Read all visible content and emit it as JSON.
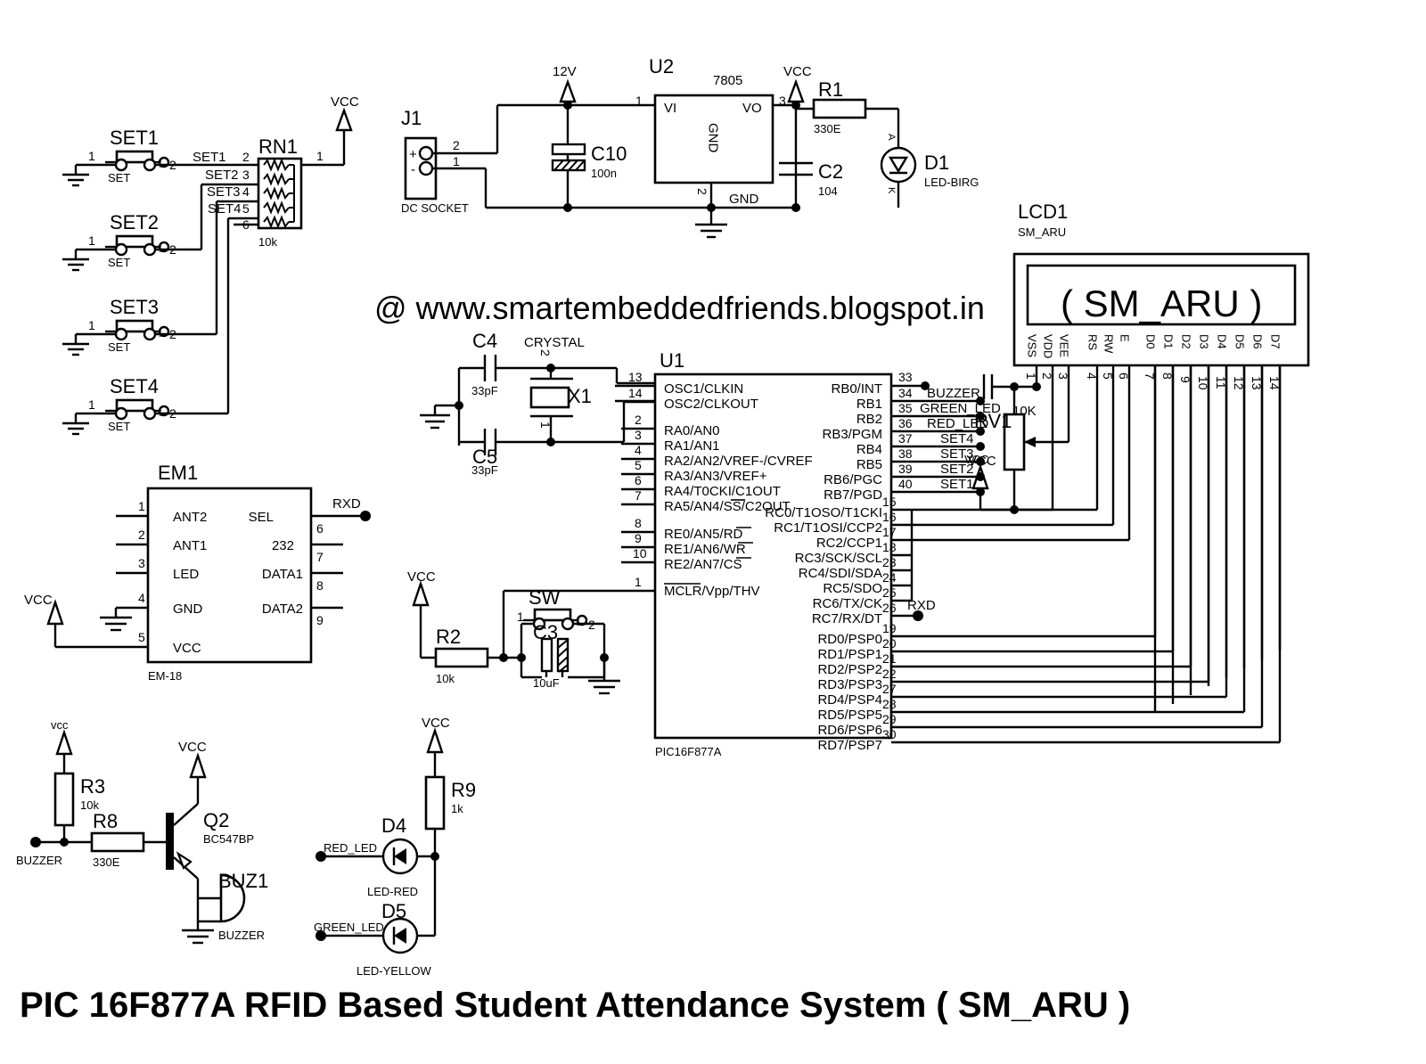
{
  "title": "PIC 16F877A RFID Based  Student Attendance System ( SM_ARU )",
  "watermark": "@ www.smartembeddedfriends.blogspot.in",
  "nets": {
    "vcc": "VCC",
    "vcc_lower": "vcc",
    "v12": "12V",
    "gnd": "GND",
    "rxd": "RXD",
    "buzzer": "BUZZER",
    "red_led": "RED_LED",
    "green_led": "GREEN_LED",
    "set1": "SET1",
    "set2": "SET2",
    "set3": "SET3",
    "set4": "SET4",
    "crystal": "CRYSTAL"
  },
  "switches": [
    {
      "ref": "SET1",
      "type": "SET",
      "pin1": "1",
      "pin2": "2",
      "net": "SET1"
    },
    {
      "ref": "SET2",
      "type": "SET",
      "pin1": "1",
      "pin2": "2",
      "net": "SET2"
    },
    {
      "ref": "SET3",
      "type": "SET",
      "pin1": "1",
      "pin2": "2",
      "net": "SET3"
    },
    {
      "ref": "SET4",
      "type": "SET",
      "pin1": "1",
      "pin2": "2",
      "net": "SET4"
    }
  ],
  "rn1": {
    "ref": "RN1",
    "value": "10k",
    "pin_common": "1",
    "pins": [
      "2",
      "3",
      "4",
      "5",
      "6"
    ],
    "nets": [
      "SET1",
      "SET2",
      "SET3",
      "SET4",
      ""
    ]
  },
  "power": {
    "j1": {
      "ref": "J1",
      "value": "DC SOCKET",
      "plus": "+",
      "minus": "-",
      "pin_plus": "2",
      "pin_minus": "1"
    },
    "u2": {
      "ref": "U2",
      "value": "7805",
      "vi": "VI",
      "vo": "VO",
      "gnd": "GND",
      "pin_vi": "1",
      "pin_vo": "3",
      "pin_gnd": "2"
    },
    "c10": {
      "ref": "C10",
      "value": "100n"
    },
    "c2": {
      "ref": "C2",
      "value": "104"
    },
    "r1": {
      "ref": "R1",
      "value": "330E"
    },
    "d1": {
      "ref": "D1",
      "value": "LED-BIRG",
      "anode": "A",
      "cathode": "K"
    }
  },
  "lcd": {
    "ref": "LCD1",
    "value": "SM_ARU",
    "screen_text": "( SM_ARU )",
    "pin_names": [
      "VSS",
      "VDD",
      "VEE",
      "RS",
      "RW",
      "E",
      "D0",
      "D1",
      "D2",
      "D3",
      "D4",
      "D5",
      "D6",
      "D7"
    ],
    "pin_nums": [
      "1",
      "2",
      "3",
      "4",
      "5",
      "6",
      "7",
      "8",
      "9",
      "10",
      "11",
      "12",
      "13",
      "14"
    ]
  },
  "rv1": {
    "ref": "RV1",
    "value": "10K"
  },
  "crystal": {
    "x1": {
      "ref": "X1",
      "label": "CRYSTAL",
      "pin1": "1",
      "pin2": "2"
    },
    "c4": {
      "ref": "C4",
      "value": "33pF"
    },
    "c5": {
      "ref": "C5",
      "value": "33pF"
    }
  },
  "reset": {
    "r2": {
      "ref": "R2",
      "value": "10k"
    },
    "sw": {
      "ref": "SW",
      "pin1": "1",
      "pin2": "2"
    },
    "c3": {
      "ref": "C3",
      "value": "10uF"
    }
  },
  "em1": {
    "ref": "EM1",
    "value": "EM-18",
    "left_pins": [
      {
        "num": "1",
        "name": "ANT2"
      },
      {
        "num": "2",
        "name": "ANT1"
      },
      {
        "num": "3",
        "name": "LED"
      },
      {
        "num": "4",
        "name": "GND"
      },
      {
        "num": "5",
        "name": "VCC"
      }
    ],
    "right_pins": [
      {
        "num": "6",
        "name": "SEL"
      },
      {
        "num": "7",
        "name": "232"
      },
      {
        "num": "8",
        "name": "DATA1"
      },
      {
        "num": "9",
        "name": "DATA2"
      }
    ]
  },
  "mcu": {
    "ref": "U1",
    "value": "PIC16F877A",
    "left_pins": [
      {
        "num": "13",
        "name": "OSC1/CLKIN"
      },
      {
        "num": "14",
        "name": "OSC2/CLKOUT"
      },
      {
        "num": "2",
        "name": "RA0/AN0"
      },
      {
        "num": "3",
        "name": "RA1/AN1"
      },
      {
        "num": "4",
        "name": "RA2/AN2/VREF-/CVREF"
      },
      {
        "num": "5",
        "name": "RA3/AN3/VREF+"
      },
      {
        "num": "6",
        "name": "RA4/T0CKI/C1OUT"
      },
      {
        "num": "7",
        "name": "RA5/AN4/SS/C2OUT"
      },
      {
        "num": "8",
        "name": "RE0/AN5/RD"
      },
      {
        "num": "9",
        "name": "RE1/AN6/WR"
      },
      {
        "num": "10",
        "name": "RE2/AN7/CS"
      },
      {
        "num": "1",
        "name": "MCLR/Vpp/THV"
      }
    ],
    "right_pins_b": [
      {
        "num": "33",
        "name": "RB0/INT",
        "net": ""
      },
      {
        "num": "34",
        "name": "RB1",
        "net": "BUZZER"
      },
      {
        "num": "35",
        "name": "RB2",
        "net": "GREEN_LED"
      },
      {
        "num": "36",
        "name": "RB3/PGM",
        "net": "RED_LED"
      },
      {
        "num": "37",
        "name": "RB4",
        "net": "SET4"
      },
      {
        "num": "38",
        "name": "RB5",
        "net": "SET3"
      },
      {
        "num": "39",
        "name": "RB6/PGC",
        "net": "SET2"
      },
      {
        "num": "40",
        "name": "RB7/PGD",
        "net": "SET1"
      }
    ],
    "right_pins_c": [
      {
        "num": "15",
        "name": "RC0/T1OSO/T1CKI",
        "net": ""
      },
      {
        "num": "16",
        "name": "RC1/T1OSI/CCP2",
        "net": ""
      },
      {
        "num": "17",
        "name": "RC2/CCP1",
        "net": ""
      },
      {
        "num": "18",
        "name": "RC3/SCK/SCL",
        "net": ""
      },
      {
        "num": "23",
        "name": "RC4/SDI/SDA",
        "net": ""
      },
      {
        "num": "24",
        "name": "RC5/SDO",
        "net": ""
      },
      {
        "num": "25",
        "name": "RC6/TX/CK",
        "net": ""
      },
      {
        "num": "26",
        "name": "RC7/RX/DT",
        "net": "RXD"
      }
    ],
    "right_pins_d": [
      {
        "num": "19",
        "name": "RD0/PSP0",
        "net": ""
      },
      {
        "num": "20",
        "name": "RD1/PSP1",
        "net": ""
      },
      {
        "num": "21",
        "name": "RD2/PSP2",
        "net": ""
      },
      {
        "num": "22",
        "name": "RD3/PSP3",
        "net": ""
      },
      {
        "num": "27",
        "name": "RD4/PSP4",
        "net": ""
      },
      {
        "num": "28",
        "name": "RD5/PSP5",
        "net": ""
      },
      {
        "num": "29",
        "name": "RD6/PSP6",
        "net": ""
      },
      {
        "num": "30",
        "name": "RD7/PSP7",
        "net": ""
      }
    ]
  },
  "buzzer_ckt": {
    "r3": {
      "ref": "R3",
      "value": "10k"
    },
    "r8": {
      "ref": "R8",
      "value": "330E"
    },
    "q2": {
      "ref": "Q2",
      "value": "BC547BP"
    },
    "buz1": {
      "ref": "BUZ1",
      "value": "BUZZER"
    },
    "net": "BUZZER"
  },
  "led_ckt": {
    "r9": {
      "ref": "R9",
      "value": "1k"
    },
    "d4": {
      "ref": "D4",
      "value": "LED-RED",
      "net": "RED_LED"
    },
    "d5": {
      "ref": "D5",
      "value": "LED-YELLOW",
      "net": "GREEN_LED"
    }
  }
}
